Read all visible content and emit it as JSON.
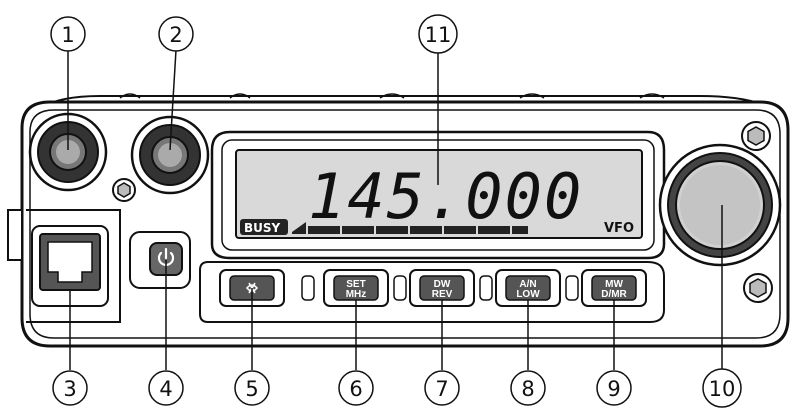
{
  "display": {
    "frequency": "145.000",
    "busy_label": "BUSY",
    "mode_label": "VFO"
  },
  "buttons": [
    {
      "id": "monitor",
      "line1": "",
      "line2": "",
      "icon": "monitor-icon"
    },
    {
      "id": "set-mhz",
      "line1": "SET",
      "line2": "MHz"
    },
    {
      "id": "dw-rev",
      "line1": "DW",
      "line2": "REV"
    },
    {
      "id": "an-low",
      "line1": "A/N",
      "line2": "LOW"
    },
    {
      "id": "mw-dmr",
      "line1": "MW",
      "line2": "D/MR"
    }
  ],
  "callouts": [
    "1",
    "2",
    "3",
    "4",
    "5",
    "6",
    "7",
    "8",
    "9",
    "10",
    "11"
  ],
  "icons": {
    "power": "power-icon",
    "monitor": "monitor-icon"
  },
  "colors": {
    "outline": "#111111",
    "lcd_background": "#d9d9d9",
    "button_fill": "#555555",
    "panel": "#ffffff"
  }
}
